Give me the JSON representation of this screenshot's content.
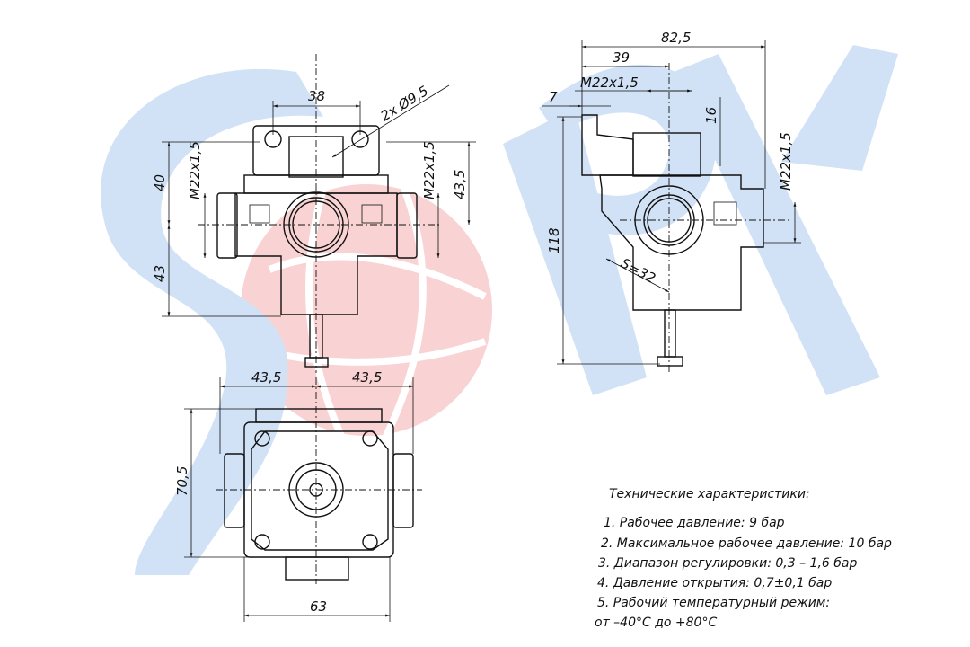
{
  "colors": {
    "watermark_blue": "#d2e2f6",
    "watermark_red": "#f9d3d3",
    "line": "#111111"
  },
  "front_view": {
    "width_top": "38",
    "holes": "2x Ø9,5",
    "thread_left": "M22x1,5",
    "thread_right": "M22x1,5",
    "upper_height": "40",
    "lower_height": "43",
    "right_height": "43,5"
  },
  "side_view": {
    "overall_width": "82,5",
    "to_axis": "39",
    "thread_top": "M22x1,5",
    "flange": "7",
    "boss_height": "16",
    "thread_right": "M22x1,5",
    "height": "118",
    "hex": "S=32"
  },
  "bottom_view": {
    "left_half": "43,5",
    "right_half": "43,5",
    "height": "70,5",
    "width": "63"
  },
  "specs": {
    "title": "Технические характеристики:",
    "items": [
      "1. Рабочее давление: 9 бар",
      "2. Максимальное рабочее давление: 10 бар",
      "3. Диапазон регулировки: 0,3 – 1,6 бар",
      "4. Давление открытия: 0,7±0,1 бар",
      "5. Рабочий температурный режим:",
      "от –40°C до +80°C"
    ]
  }
}
